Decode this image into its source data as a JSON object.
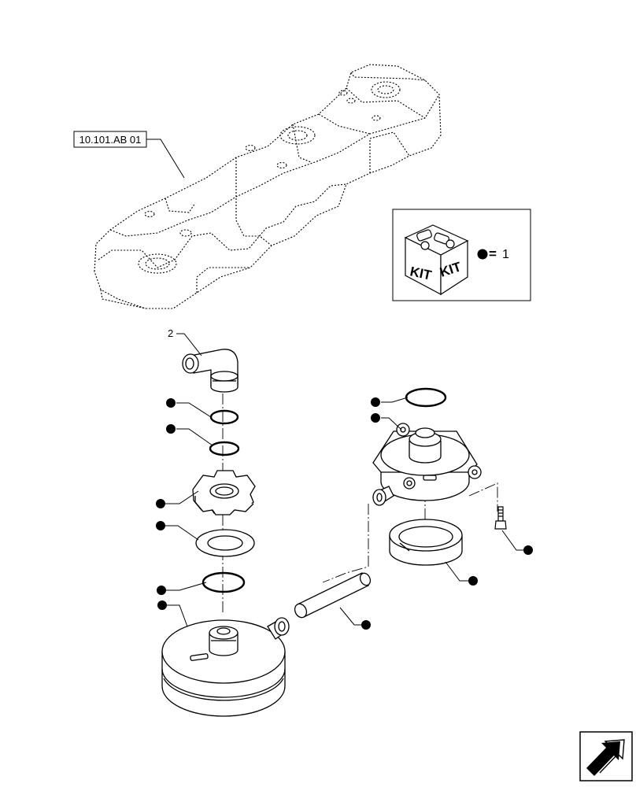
{
  "reference_label": "10.101.AB 01",
  "item_number": "2",
  "kit": {
    "box_text_left": "KIT",
    "box_text_right": "KIT",
    "equals": "=",
    "quantity": "1"
  },
  "icons": {
    "kit_box": "kit-box-icon",
    "navigation": "next-page-arrow-icon",
    "callout_marker": "filled-dot-icon"
  }
}
